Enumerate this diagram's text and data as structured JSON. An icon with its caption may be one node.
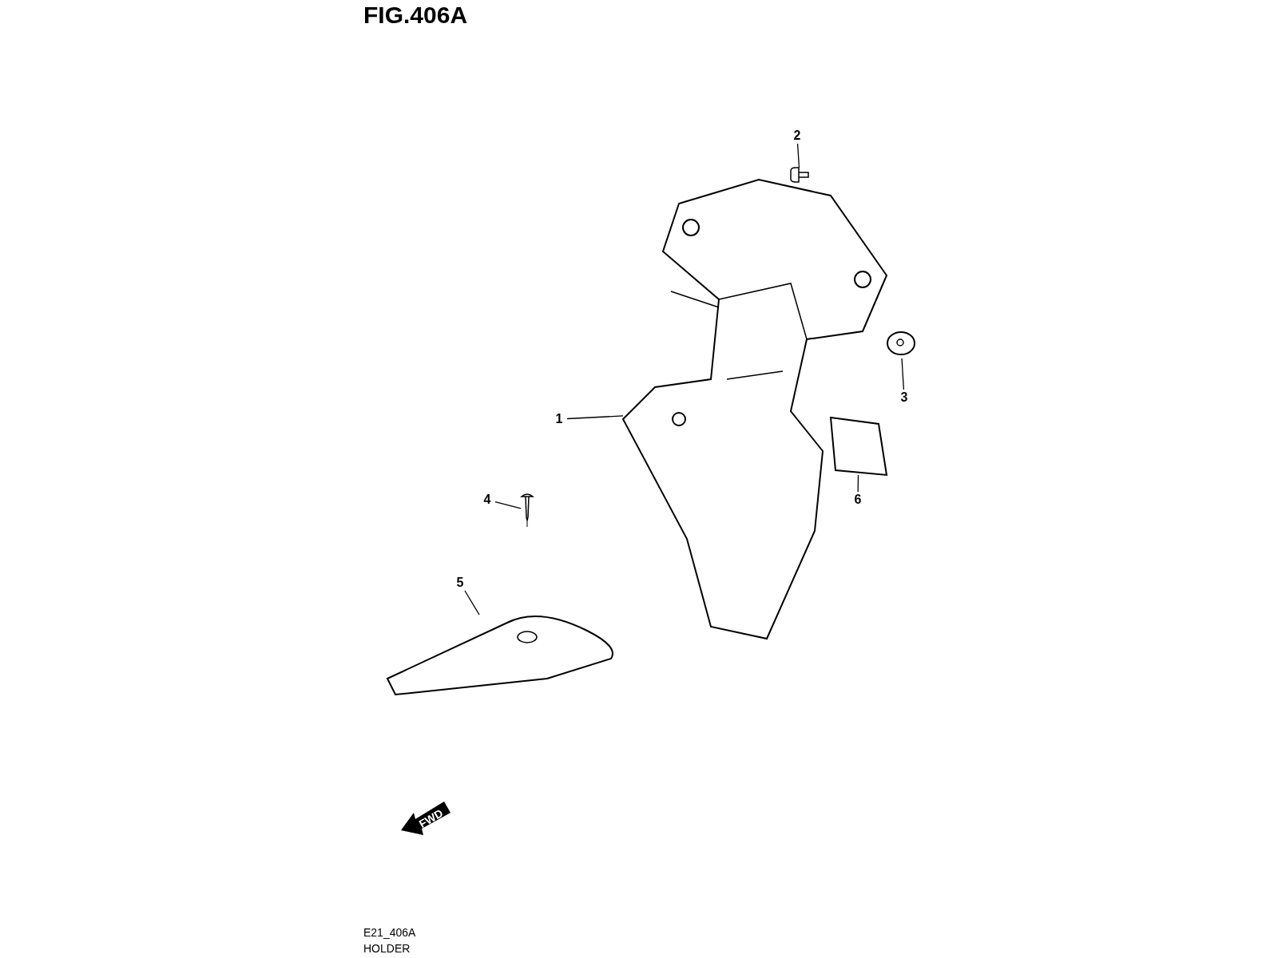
{
  "diagram": {
    "title": "FIG.406A",
    "nodes": [
      {
        "text": [
          "1"
        ]
      },
      {
        "text": [
          "2"
        ]
      },
      {
        "text": [
          "3"
        ]
      },
      {
        "text": [
          "4"
        ]
      },
      {
        "text": [
          "5"
        ]
      },
      {
        "text": [
          "6"
        ]
      },
      {
        "text": [],
        "shape": "picture"
      },
      {
        "text": [],
        "shape": "picture"
      },
      {
        "text": [],
        "shape": "picture"
      },
      {
        "text": [],
        "shape": "picture"
      },
      {
        "text": [],
        "shape": "picture"
      },
      {
        "text": [],
        "shape": "picture"
      }
    ],
    "edges": [
      {
        "from": 0,
        "to": 6,
        "arrow": "none"
      },
      {
        "from": 1,
        "to": 7,
        "arrow": "none"
      },
      {
        "from": 2,
        "to": 8,
        "arrow": "none"
      },
      {
        "from": 3,
        "to": 9,
        "arrow": "none"
      },
      {
        "from": 4,
        "to": 10,
        "arrow": "none"
      },
      {
        "from": 5,
        "to": 11,
        "arrow": "none"
      }
    ],
    "labels": [
      "FWD",
      "E21_406A",
      "HOLDER"
    ]
  }
}
